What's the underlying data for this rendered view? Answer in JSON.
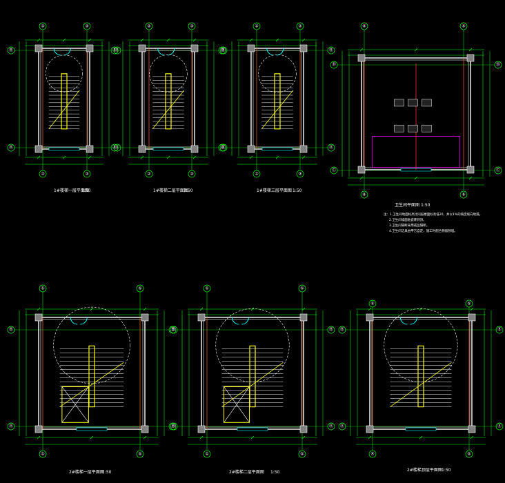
{
  "drawing": {
    "background": "#000000",
    "colors": {
      "dimension": "#00ff00",
      "wall": "#ffffff",
      "column": "#808080",
      "axis": "#ff3030",
      "stair": "#ffffff",
      "stair_rail": "#ffff00",
      "door": "#00ffff",
      "swing": "#ffffff",
      "room_label": "#ff00ff",
      "window": "#00ffff"
    },
    "plans": [
      {
        "caption": "1#楼梯一层平面图",
        "scale": "1:50",
        "axes_top": [
          "②",
          "③"
        ],
        "axes_side": [
          "Ⓑ",
          "Ⓐ"
        ],
        "room_label": ""
      },
      {
        "caption": "1#楼梯二层平面图",
        "scale": "1:50",
        "axes_top": [
          "②",
          "③"
        ],
        "axes_side": [
          "Ⓑ",
          "Ⓐ"
        ],
        "room_label": ""
      },
      {
        "caption": "1#楼梯三层平面图",
        "scale": "1:50",
        "axes_top": [
          "②",
          "③"
        ],
        "axes_side": [
          "Ⓑ",
          "Ⓐ"
        ],
        "room_label": ""
      },
      {
        "caption": "卫生间平面图",
        "scale": "1:50",
        "axes_top": [
          "⑧",
          "⑨"
        ],
        "axes_side": [
          "Ⓓ",
          "Ⓒ"
        ],
        "room_label": ""
      },
      {
        "caption": "2#楼梯一层平面图",
        "scale": "1:50",
        "axes_top": [
          "①",
          "⑤"
        ],
        "axes_side": [
          "Ⓑ",
          "Ⓐ"
        ],
        "room_label": ""
      },
      {
        "caption": "2#楼梯二层平面图",
        "scale": "1:50",
        "axes_top": [
          "①",
          "⑤"
        ],
        "axes_side": [
          "Ⓑ",
          "Ⓐ"
        ],
        "room_label": ""
      },
      {
        "caption": "2#楼梯顶层平面图",
        "scale": "1:50",
        "axes_top": [
          "④",
          "⑤"
        ],
        "axes_side": [
          "Ⓑ",
          "Ⓐ"
        ],
        "room_label": ""
      }
    ],
    "notes": [
      "注：1.卫生间地面标高比同层楼面标高低20，并以1%的坡度坡向地漏。",
      "2.卫生间墙面贴瓷砖到顶。",
      "3.卫生间隔断采用成品隔断。",
      "4.卫生间洁具由甲方自定，施工时配合预留预埋。"
    ]
  }
}
